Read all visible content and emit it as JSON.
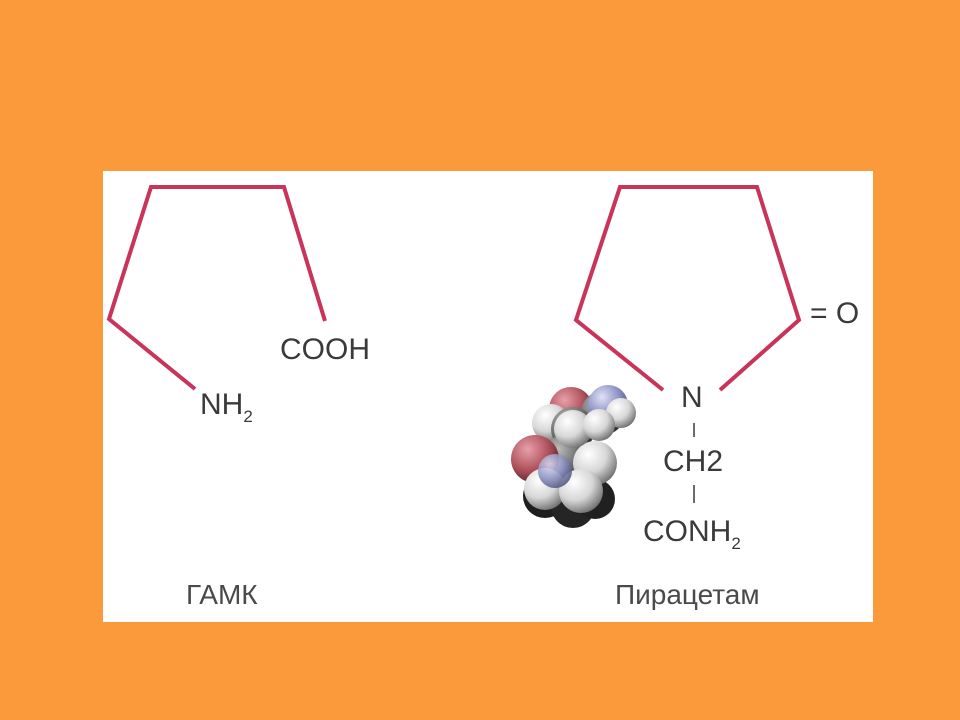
{
  "colors": {
    "background": "#FA9A3A",
    "panel": "#FFFFFF",
    "ring": "#C8345A",
    "text": "#3A3A3A"
  },
  "gaba": {
    "carboxyl_label": "COOH",
    "amine_label": "NH",
    "amine_subscript": "2",
    "caption": "ГАМК"
  },
  "piracetam": {
    "oxo_label": "= O",
    "nitrogen_label": "N",
    "methylene_label": "CH2",
    "amide_label": "CONH",
    "amide_subscript": "2",
    "caption": "Пирацетам"
  },
  "model": {
    "icon": "space-filling-molecule-icon"
  }
}
